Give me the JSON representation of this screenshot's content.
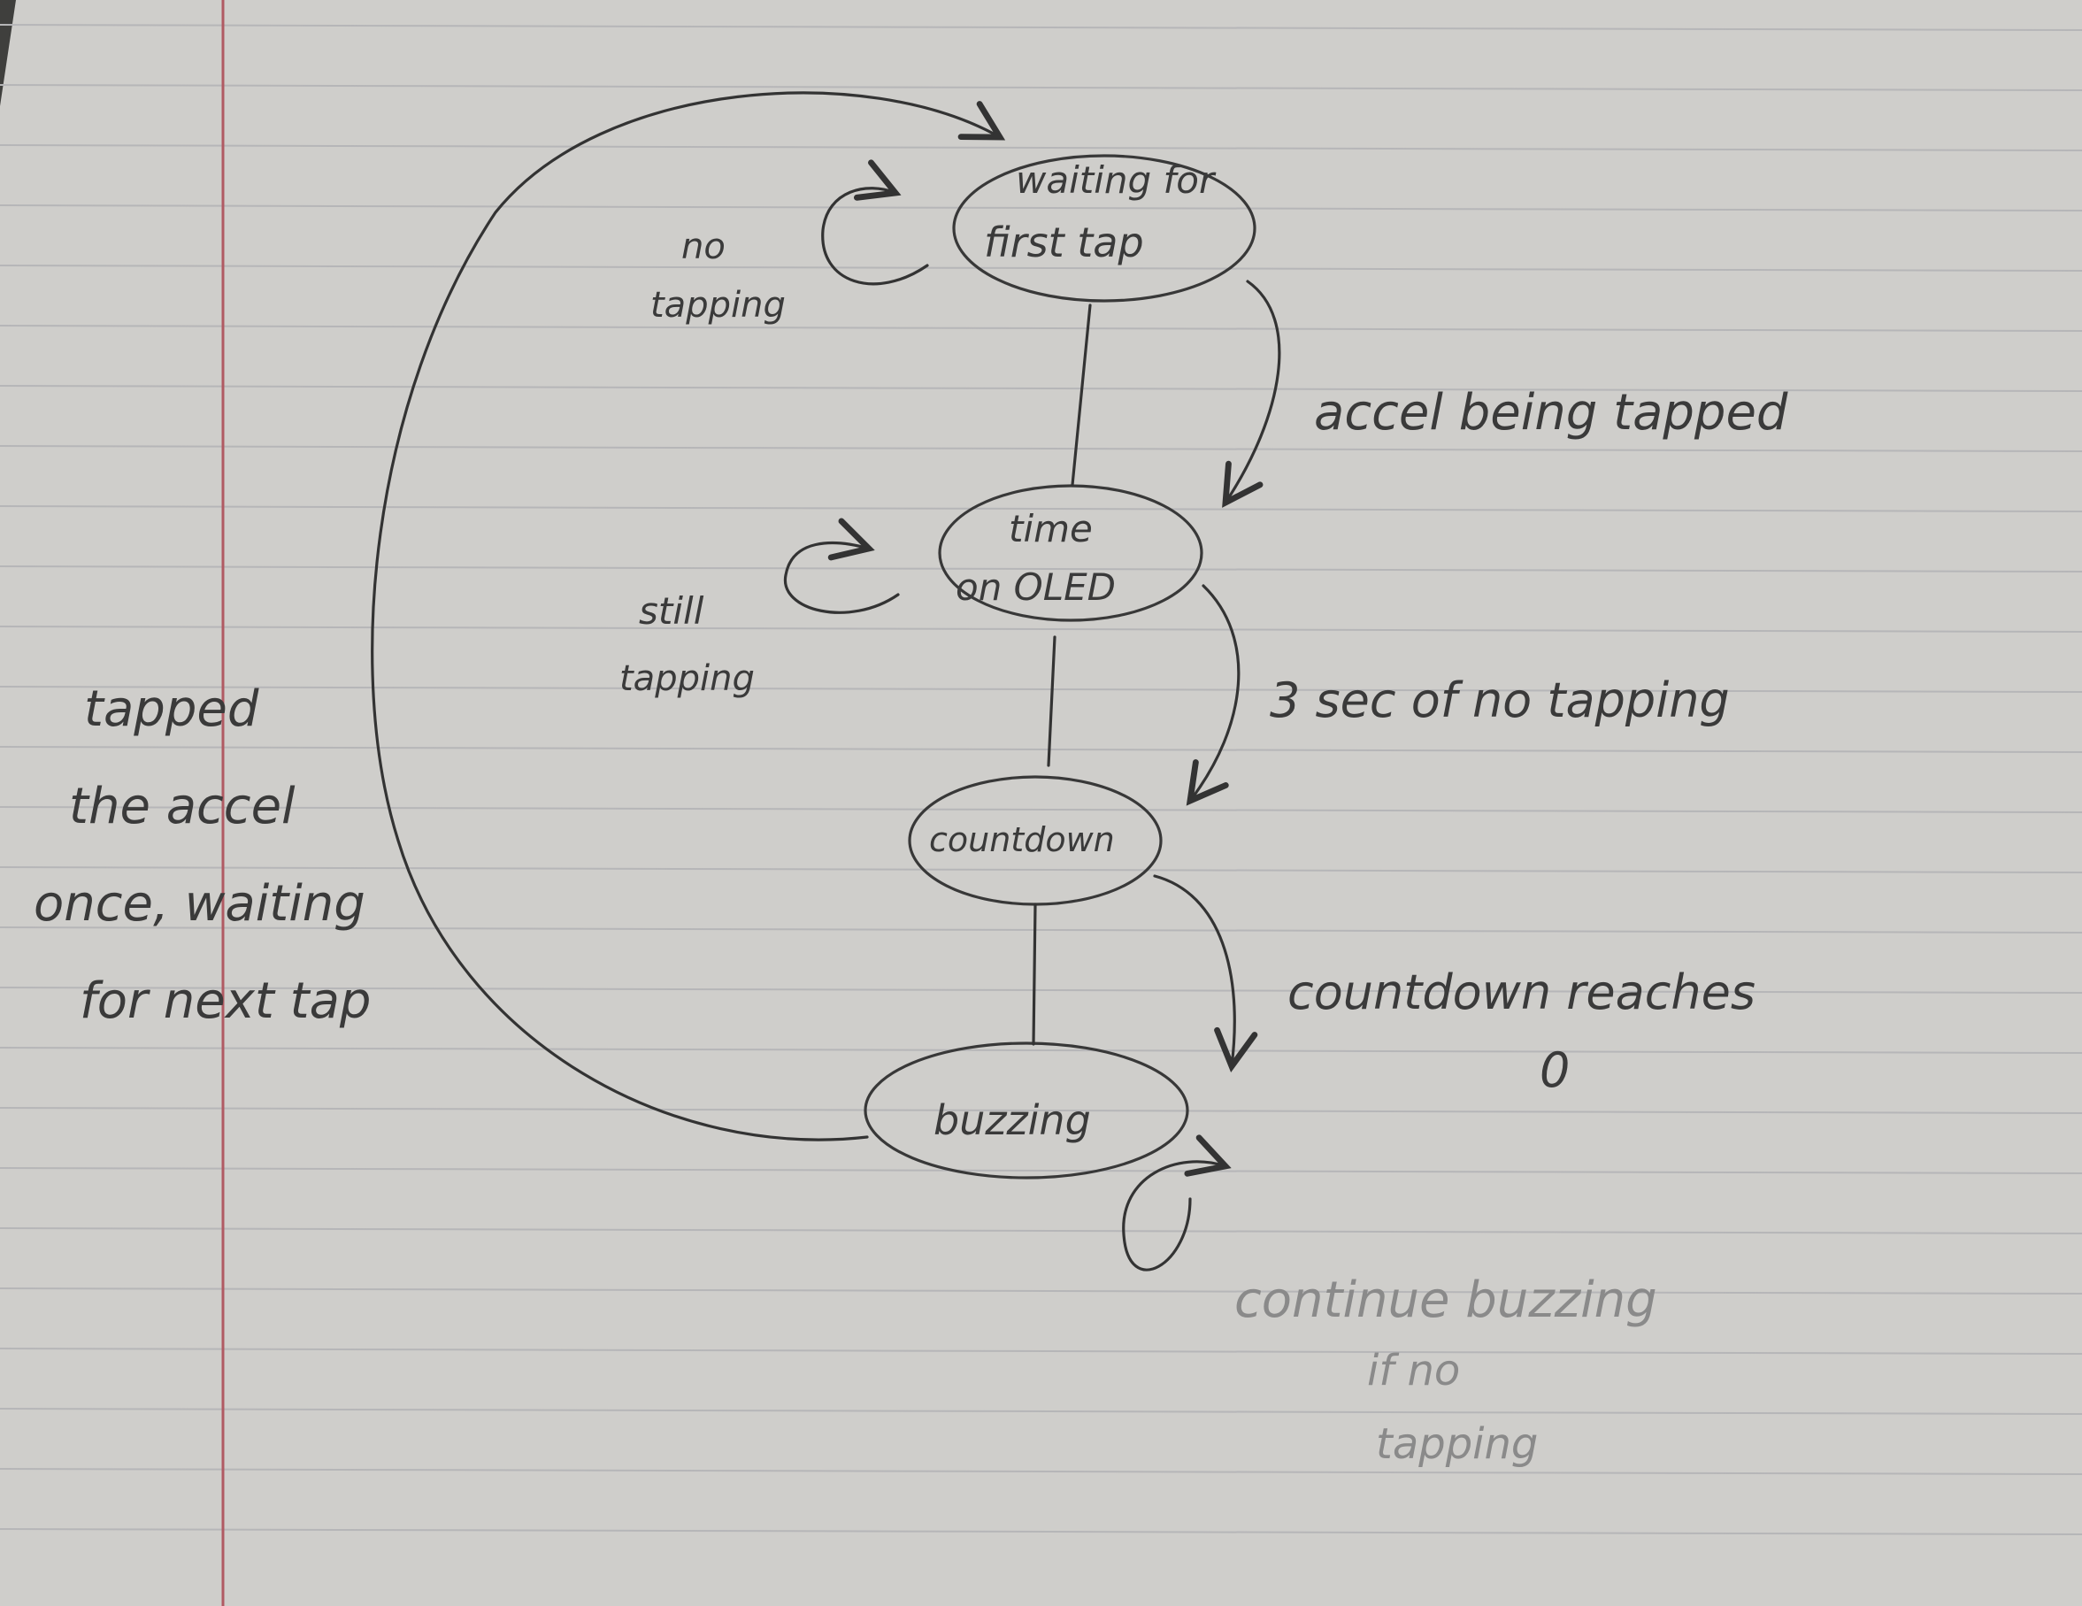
{
  "states": {
    "waiting": "waiting for",
    "waiting_line2": "first tap",
    "time_line1": "time",
    "time_line2": "on OLED",
    "countdown": "countdown",
    "buzzing": "buzzing"
  },
  "transitions": {
    "no_tapping_1": "no",
    "no_tapping_2": "tapping",
    "accel_tapped": "accel being tapped",
    "still_tapping_1": "still",
    "still_tapping_2": "tapping",
    "three_sec": "3 sec of no tapping",
    "countdown_reaches_1": "countdown reaches",
    "countdown_reaches_2": "0",
    "continue_1": "continue buzzing",
    "continue_2": "if no",
    "continue_3": "tapping",
    "back_1": "tapped",
    "back_2": "the accel",
    "back_3": "once, waiting",
    "back_4": "for next tap"
  }
}
